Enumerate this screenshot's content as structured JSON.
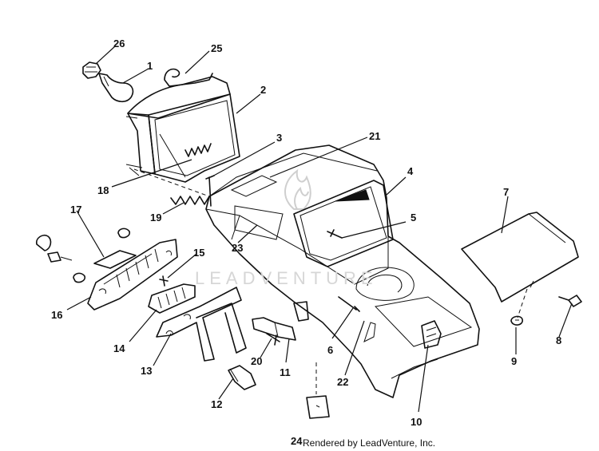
{
  "diagram": {
    "callouts": [
      "1",
      "2",
      "3",
      "4",
      "5",
      "6",
      "7",
      "8",
      "9",
      "10",
      "11",
      "12",
      "13",
      "14",
      "15",
      "16",
      "17",
      "18",
      "19",
      "20",
      "21",
      "22",
      "23",
      "24",
      "25",
      "26"
    ],
    "watermark_text": "LEADVENTURE",
    "credit": "Rendered by LeadVenture, Inc."
  }
}
